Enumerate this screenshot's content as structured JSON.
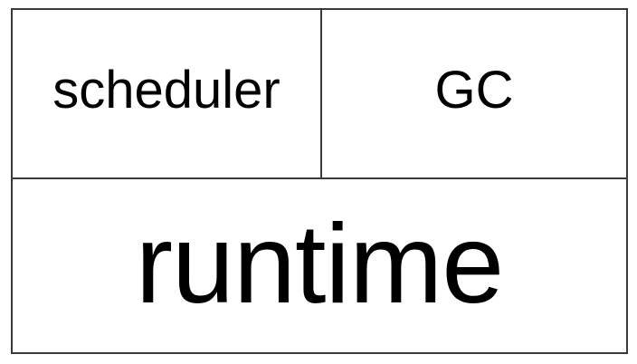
{
  "diagram": {
    "boxes": {
      "scheduler": "scheduler",
      "gc": "GC",
      "runtime": "runtime"
    },
    "colors": {
      "border": "#3a3a3a",
      "text": "#000000",
      "background": "#ffffff"
    }
  }
}
